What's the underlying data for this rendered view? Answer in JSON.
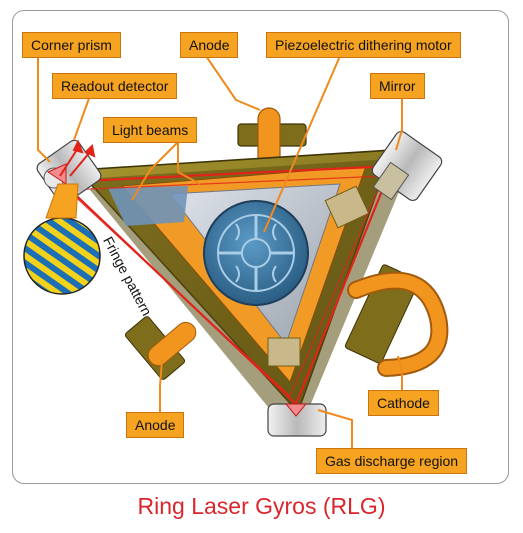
{
  "labels": {
    "corner_prism": "Corner prism",
    "anode_top": "Anode",
    "piezo_motor": "Piezoelectric dithering motor",
    "readout_detector": "Readout detector",
    "mirror": "Mirror",
    "light_beams": "Light beams",
    "fringe_pattern": "Fringe pattern",
    "cathode": "Cathode",
    "anode_bottom": "Anode",
    "gas_discharge_region": "Gas discharge region"
  },
  "caption": "Ring Laser Gyros (RLG)",
  "colors": {
    "label_fill": "#f6a322",
    "leader_line": "#f08a1c",
    "body_olive": "#8b7a22",
    "laser_beam": "#e2231a",
    "caption": "#d9262c",
    "dither_motor": "#2f6d96"
  }
}
